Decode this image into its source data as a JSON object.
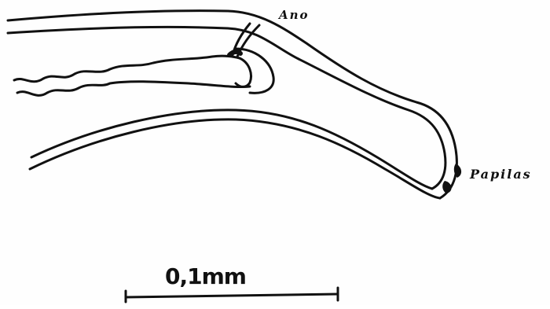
{
  "labels": {
    "anus": "Ano",
    "papillae": "Papilas"
  },
  "scale_bar": {
    "text": "0,1mm"
  },
  "colors": {
    "ink": "#111111",
    "paper": "#fefefe"
  }
}
